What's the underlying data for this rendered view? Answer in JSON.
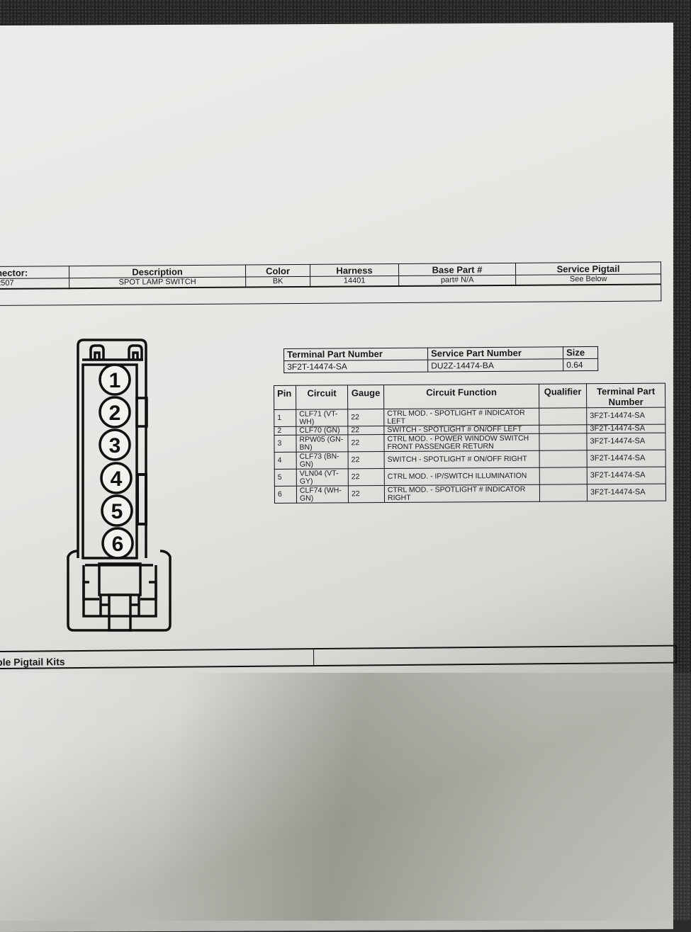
{
  "document": {
    "connector_header": {
      "columns": [
        "nector:",
        "Description",
        "Color",
        "Harness",
        "Base Part #",
        "Service Pigtail"
      ],
      "values": [
        "2507",
        "SPOT LAMP SWITCH",
        "BK",
        "14401",
        "part# N/A",
        "See Below"
      ]
    },
    "terminal_table": {
      "columns": [
        "Terminal Part Number",
        "Service Part Number",
        "Size"
      ],
      "row": [
        "3F2T-14474-SA",
        "DU2Z-14474-BA",
        "0.64"
      ]
    },
    "pin_table": {
      "columns": [
        "Pin",
        "Circuit",
        "Gauge",
        "Circuit Function",
        "Qualifier",
        "Terminal Part Number"
      ],
      "rows": [
        {
          "pin": "1",
          "circuit": "CLF71 (VT-WH)",
          "gauge": "22",
          "function": "CTRL MOD. - SPOTLIGHT # INDICATOR LEFT",
          "qualifier": "",
          "terminal": "3F2T-14474-SA"
        },
        {
          "pin": "2",
          "circuit": "CLF70 (GN)",
          "gauge": "22",
          "function": "SWITCH - SPOTLIGHT # ON/OFF LEFT",
          "qualifier": "",
          "terminal": "3F2T-14474-SA"
        },
        {
          "pin": "3",
          "circuit": "RPW05 (GN-BN)",
          "gauge": "22",
          "function": "CTRL MOD. - POWER WINDOW SWITCH FRONT PASSENGER RETURN",
          "qualifier": "",
          "terminal": "3F2T-14474-SA"
        },
        {
          "pin": "4",
          "circuit": "CLF73 (BN-GN)",
          "gauge": "22",
          "function": "SWITCH - SPOTLIGHT # ON/OFF RIGHT",
          "qualifier": "",
          "terminal": "3F2T-14474-SA"
        },
        {
          "pin": "5",
          "circuit": "VLN04 (VT-GY)",
          "gauge": "22",
          "function": "CTRL MOD. - IP/SWITCH ILLUMINATION",
          "qualifier": "",
          "terminal": "3F2T-14474-SA"
        },
        {
          "pin": "6",
          "circuit": "CLF74 (WH-GN)",
          "gauge": "22",
          "function": "CTRL MOD. - SPOTLIGHT # INDICATOR RIGHT",
          "qualifier": "",
          "terminal": "3F2T-14474-SA"
        }
      ]
    },
    "connector_diagram": {
      "pin_labels": [
        "1",
        "2",
        "3",
        "4",
        "5",
        "6"
      ]
    },
    "pigtail_kits": {
      "label": "ble Pigtail Kits"
    }
  }
}
